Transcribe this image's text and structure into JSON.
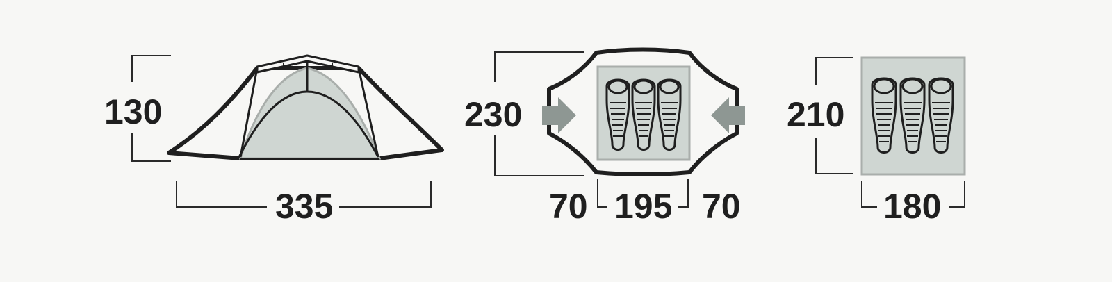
{
  "side_view": {
    "height": "130",
    "length": "335"
  },
  "floor_plan_outer": {
    "length": "230",
    "vestibule_left": "70",
    "inner_width": "195",
    "vestibule_right": "70"
  },
  "inner_tent": {
    "length": "210",
    "width": "180"
  },
  "colors": {
    "outline": "#1f1f1f",
    "inner_fill": "#cfd6d2",
    "inner_border": "#a9aeab",
    "arrow": "#8e9793",
    "guide_line": "#2a2a2a",
    "background": "#f7f7f5"
  },
  "icons": [
    "tent-side-icon",
    "tent-floorplan-icon",
    "sleeping-bag-icon",
    "entrance-arrow-icon"
  ]
}
